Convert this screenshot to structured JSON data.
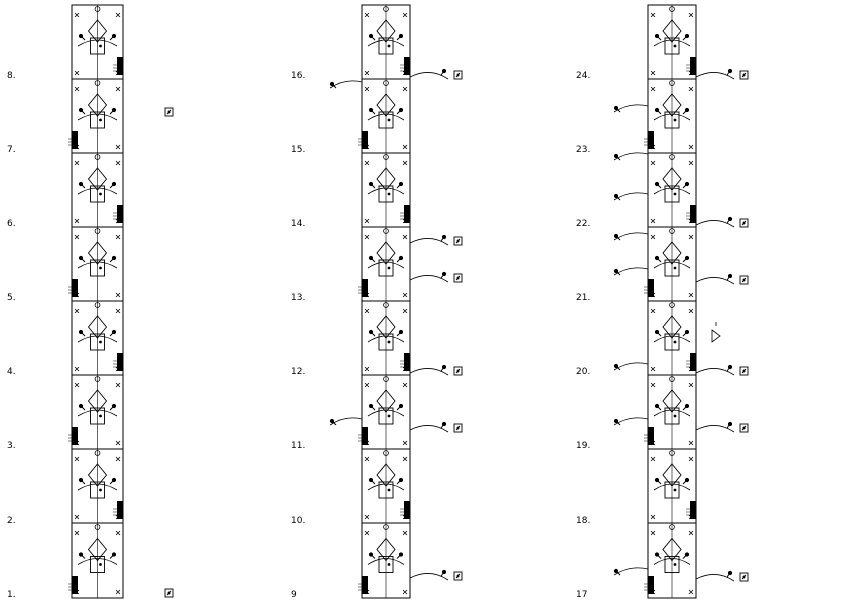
{
  "columns": [
    {
      "id": "column-1",
      "labels": [
        "8.",
        "7.",
        "6.",
        "5.",
        "4.",
        "3.",
        "2.",
        "1."
      ]
    },
    {
      "id": "column-2",
      "labels": [
        "16.",
        "15.",
        "14.",
        "13.",
        "12.",
        "11.",
        "10.",
        "9"
      ]
    },
    {
      "id": "column-3",
      "labels": [
        "24.",
        "23.",
        "22.",
        "21.",
        "20.",
        "19.",
        "18.",
        "17"
      ]
    }
  ]
}
